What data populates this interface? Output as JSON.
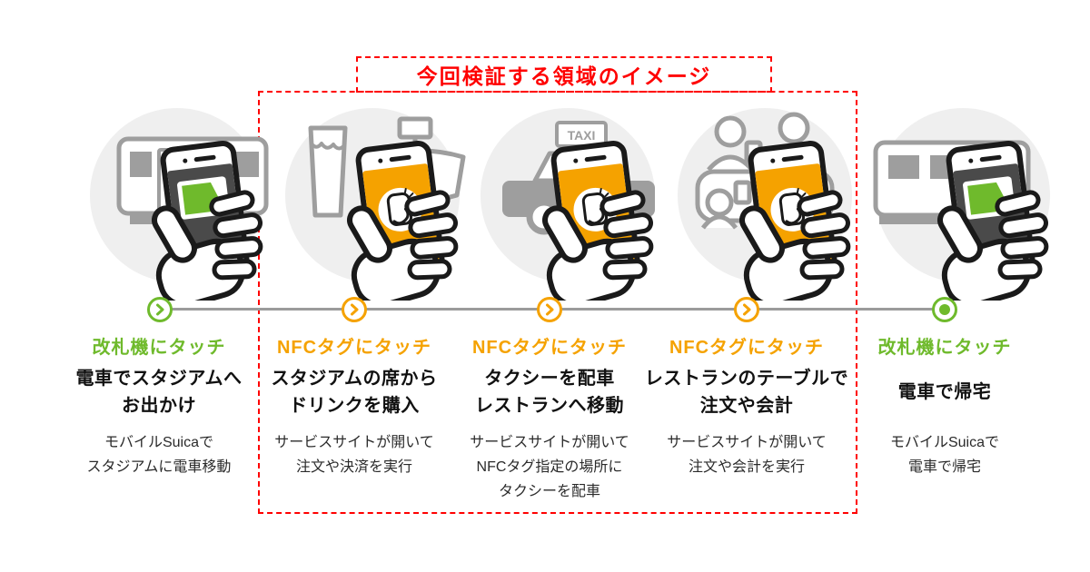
{
  "region": {
    "title": "今回検証する領域のイメージ"
  },
  "colors": {
    "green": "#6FBA2C",
    "orange": "#F5A200",
    "red": "#FF0000",
    "timeline_gray": "#9B9B9B",
    "illustration_gray": "#9E9E9E",
    "circle_bg": "#EFEFEF"
  },
  "illustrations": {
    "taxi_sign": "TAXI"
  },
  "timeline": {
    "markers": [
      {
        "type": "chevron",
        "accent": "green"
      },
      {
        "type": "chevron",
        "accent": "orange"
      },
      {
        "type": "chevron",
        "accent": "orange"
      },
      {
        "type": "chevron",
        "accent": "orange"
      },
      {
        "type": "end-dot",
        "accent": "green"
      }
    ]
  },
  "columns": [
    {
      "id": "depart-train",
      "accent": "green",
      "label": "改札機にタッチ",
      "title": "電車でスタジアムへ\nお出かけ",
      "description": "モバイルSuicaで\nスタジアムに電車移動",
      "illustration": "train-suica-phone"
    },
    {
      "id": "stadium-drink",
      "accent": "orange",
      "label": "NFCタグにタッチ",
      "title": "スタジアムの席から\nドリンクを購入",
      "description": "サービスサイトが開いて\n注文や決済を実行",
      "illustration": "drink-stadium-nfc-phone"
    },
    {
      "id": "taxi-dispatch",
      "accent": "orange",
      "label": "NFCタグにタッチ",
      "title": "タクシーを配車\nレストランへ移動",
      "description": "サービスサイトが開いて\nNFCタグ指定の場所に\nタクシーを配車",
      "illustration": "taxi-nfc-phone"
    },
    {
      "id": "restaurant-order",
      "accent": "orange",
      "label": "NFCタグにタッチ",
      "title": "レストランのテーブルで\n注文や会計",
      "description": "サービスサイトが開いて\n注文や会計を実行",
      "illustration": "restaurant-nfc-phone"
    },
    {
      "id": "return-train",
      "accent": "green",
      "label": "改札機にタッチ",
      "title": "電車で帰宅",
      "description": "モバイルSuicaで\n電車で帰宅",
      "illustration": "train-suica-phone"
    }
  ]
}
